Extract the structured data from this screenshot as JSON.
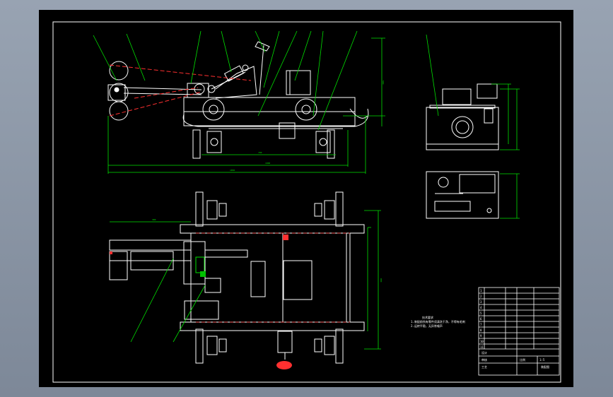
{
  "drawing": {
    "background": "#000000",
    "line_color": "#ffffff",
    "leader_color": "#00e000",
    "section_color": "#ff3030",
    "dimension_color": "#00e000"
  },
  "notes": {
    "title": "技术要求",
    "line1": "1.装配前所有零件须清洗干净，不得有毛刺",
    "line2": "2.运转平稳，无异常噪声"
  },
  "title_block": {
    "rows": [
      "1",
      "2",
      "3",
      "4",
      "5",
      "6",
      "7",
      "8",
      "9",
      "10",
      "11"
    ],
    "label_a": "设计",
    "label_b": "审核",
    "label_c": "工艺",
    "label_d": "比例",
    "name": "装配图",
    "scale": "1:5"
  },
  "dimensions": {
    "d1": "700",
    "d2": "1000",
    "d3": "1850",
    "d4": "560",
    "d5": "300",
    "d6": "880"
  }
}
